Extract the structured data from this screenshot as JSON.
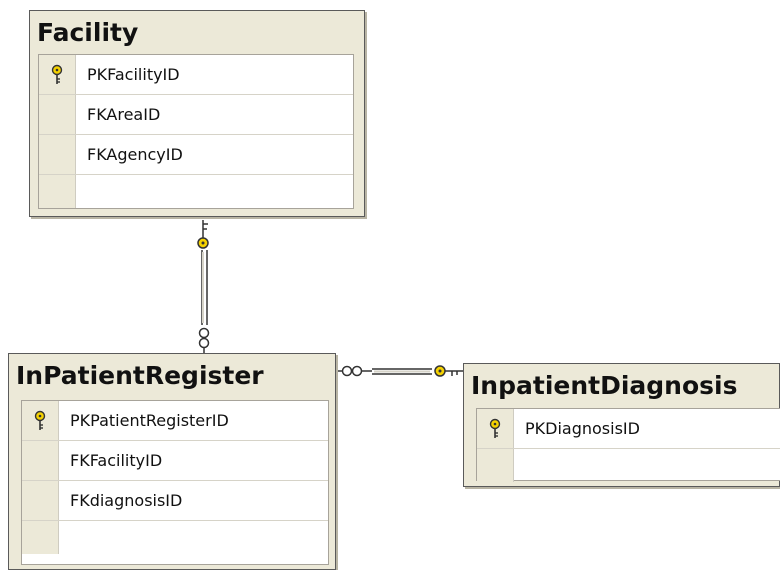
{
  "tables": {
    "facility": {
      "title": "Facility",
      "columns": [
        {
          "name": "PKFacilityID",
          "primary_key": true
        },
        {
          "name": "FKAreaID",
          "primary_key": false
        },
        {
          "name": "FKAgencyID",
          "primary_key": false
        }
      ]
    },
    "inpatient_register": {
      "title": "InPatientRegister",
      "columns": [
        {
          "name": "PKPatientRegisterID",
          "primary_key": true
        },
        {
          "name": "FKFacilityID",
          "primary_key": false
        },
        {
          "name": "FKdiagnosisID",
          "primary_key": false
        }
      ]
    },
    "inpatient_diagnosis": {
      "title": "InpatientDiagnosis",
      "columns": [
        {
          "name": "PKDiagnosisID",
          "primary_key": true
        }
      ]
    }
  },
  "relationships": [
    {
      "from": "facility",
      "to": "inpatient_register",
      "from_end": "one-key",
      "to_end": "many-infinity"
    },
    {
      "from": "inpatient_diagnosis",
      "to": "inpatient_register",
      "from_end": "one-key",
      "to_end": "many-infinity"
    }
  ],
  "colors": {
    "table_bg": "#ece9d8",
    "key_icon": "#f5d200",
    "connector": "#333333"
  }
}
